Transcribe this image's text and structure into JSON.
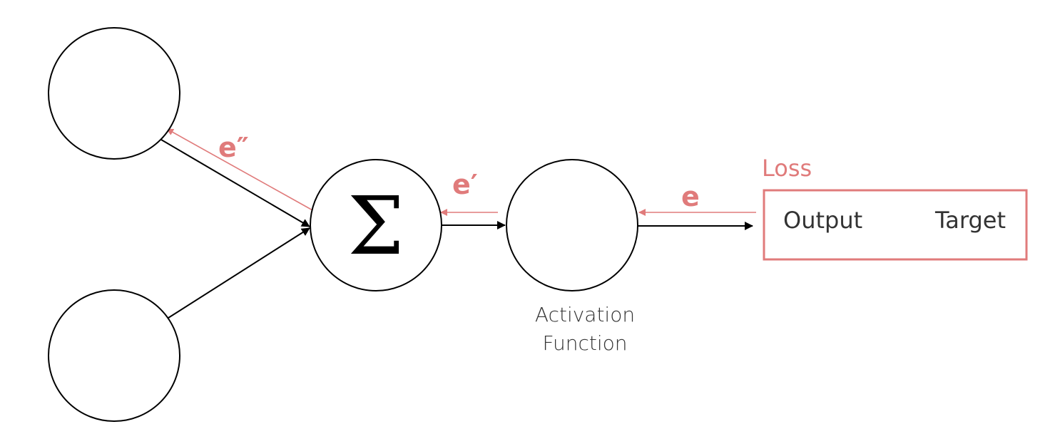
{
  "diagram": {
    "errors": {
      "input": "e″",
      "sum": "e′",
      "activation": "e"
    },
    "sum_symbol": "Σ",
    "activation_caption": [
      "Activation",
      "Function"
    ],
    "loss": {
      "title": "Loss",
      "output": "Output",
      "target": "Target"
    },
    "colors": {
      "forward": "#000000",
      "backward": "#e07b7b"
    }
  }
}
